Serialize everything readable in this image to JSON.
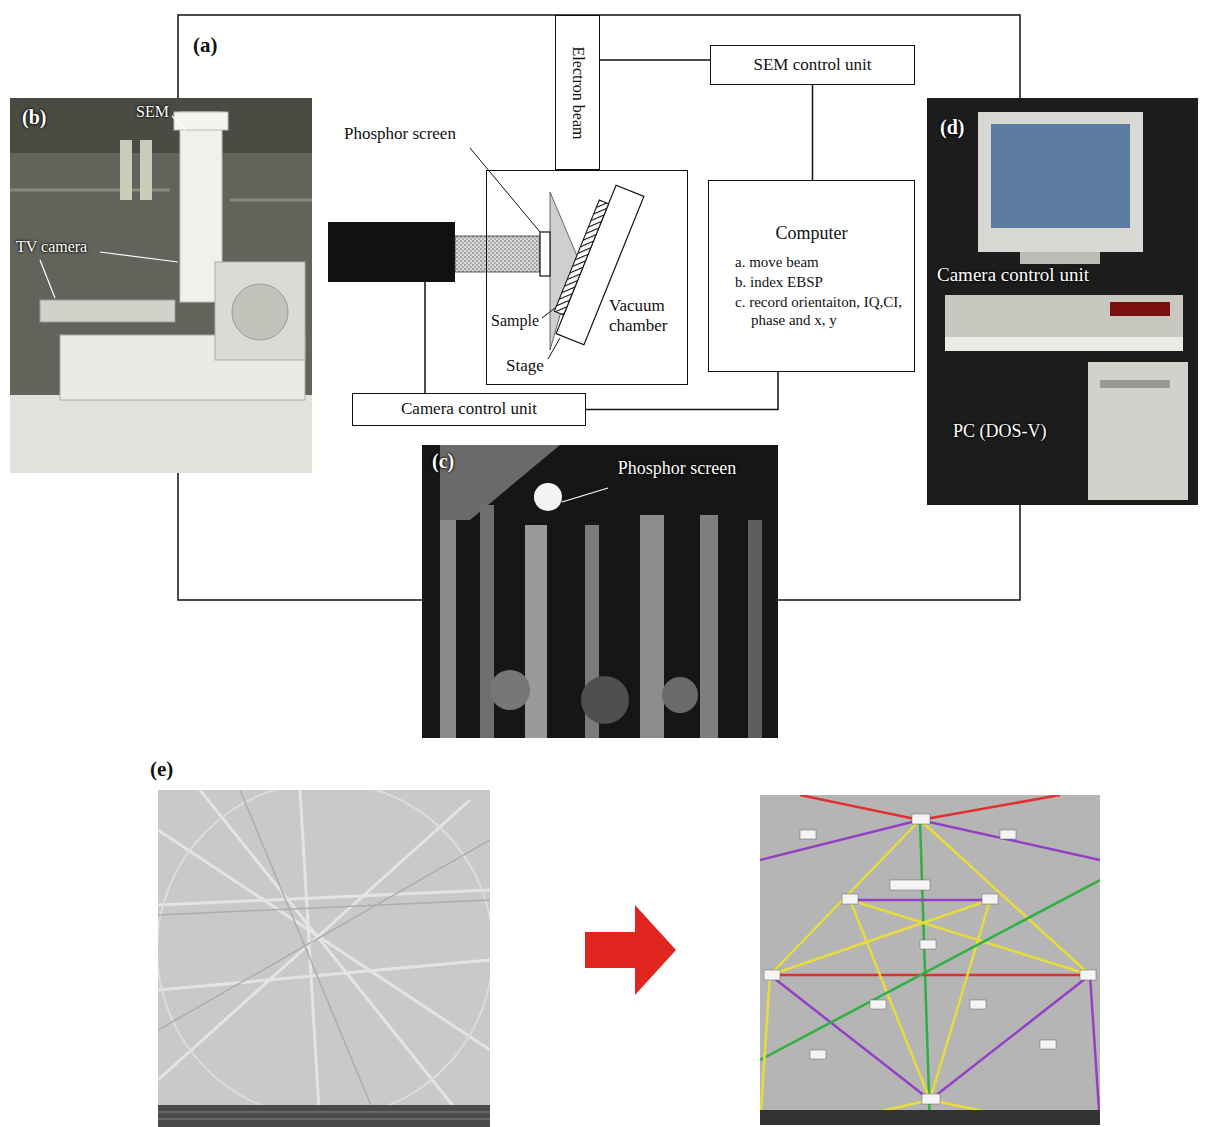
{
  "diagram": {
    "nodes": [
      {
        "text": [
          "Electron beam"
        ]
      },
      {
        "text": [
          "SEM control unit"
        ]
      },
      {
        "text": [
          "Vacuum chamber"
        ]
      },
      {
        "text": [
          "Computer",
          "a. move beam",
          "b. index EBSP",
          "c. record orientaiton, IQ,CI, phase and x, y"
        ]
      },
      {
        "text": [
          "Camera control unit"
        ]
      }
    ],
    "edges": [
      {
        "from": 0,
        "to": 1,
        "arrow": "none"
      },
      {
        "from": 1,
        "to": 3,
        "arrow": "none"
      },
      {
        "from": 4,
        "to": 3,
        "arrow": "none"
      }
    ],
    "labels": [
      "(a)",
      "Phosphor screen",
      "Sample",
      "Stage",
      "(b)",
      "SEM",
      "TV camera",
      "(c)",
      "Phosphor screen",
      "(d)",
      "Camera control unit",
      "PC (DOS-V)",
      "(e)"
    ]
  }
}
